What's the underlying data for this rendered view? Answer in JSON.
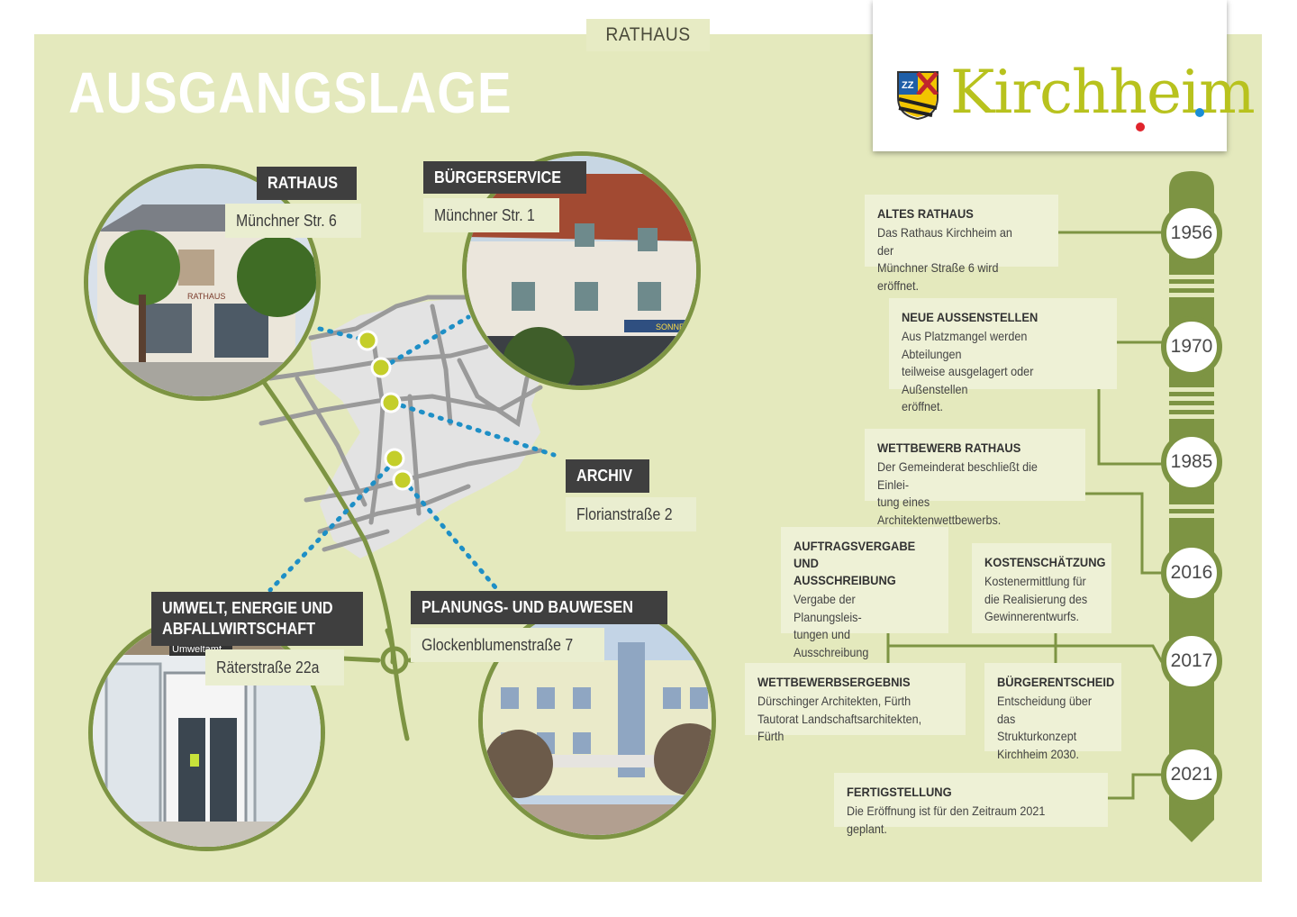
{
  "header": {
    "tab": "RATHAUS",
    "title": "AUSGANGSLAGE",
    "logo_text": "Kirchheim",
    "logo_dot": "."
  },
  "colors": {
    "background": "#e4e9bd",
    "accent_green": "#7d9443",
    "logo_green": "#b8c21e",
    "marker_yellow": "#c4ce2a",
    "dotted_line_blue": "#1e8fc6",
    "label_dark": "#3f3f3f"
  },
  "locations": [
    {
      "name": "RATHAUS",
      "address": "Münchner Str. 6"
    },
    {
      "name": "BÜRGERSERVICE",
      "address": "Münchner Str. 1"
    },
    {
      "name": "ARCHIV",
      "address": "Florianstraße 2"
    },
    {
      "name": "UMWELT, ENERGIE UND\nABFALLWIRTSCHAFT",
      "address": "Räterstraße 22a"
    },
    {
      "name": "PLANUNGS- UND BAUWESEN",
      "address": "Glockenblumenstraße 7"
    }
  ],
  "photo_signs": {
    "rathaus": "RATHAUS",
    "sonnen": "SONNEN",
    "umweltamt": "Umweltamt"
  },
  "timeline": {
    "years": [
      "1956",
      "1970",
      "1985",
      "2016",
      "2017",
      "2021"
    ],
    "events": [
      {
        "title": "ALTES RATHAUS",
        "text": "Das Rathaus Kirchheim an der\nMünchner Straße 6 wird eröffnet."
      },
      {
        "title": "NEUE AUSSENSTELLEN",
        "text": "Aus Platzmangel werden Abteilungen\nteilweise ausgelagert oder Außenstellen\neröffnet."
      },
      {
        "title": "WETTBEWERB RATHAUS",
        "text": "Der Gemeinderat beschließt die Einlei-\ntung eines Architektenwettbewerbs."
      },
      {
        "title": "AUFTRAGSVERGABE UND\nAUSSCHREIBUNG",
        "text": "Vergabe der Planungsleis-\ntungen und Ausschreibung\nder Bauleistungen."
      },
      {
        "title": "KOSTENSCHÄTZUNG",
        "text": "Kostenermittlung für\ndie Realisierung des\nGewinnerentwurfs."
      },
      {
        "title": "WETTBEWERBSERGEBNIS",
        "text": "Dürschinger Architekten, Fürth\nTautorat Landschaftsarchitekten, Fürth"
      },
      {
        "title": "BÜRGERENTSCHEID",
        "text": "Entscheidung über\ndas Strukturkonzept\nKirchheim 2030."
      },
      {
        "title": "FERTIGSTELLUNG",
        "text": "Die Eröffnung ist für den Zeitraum 2021 geplant."
      }
    ]
  }
}
